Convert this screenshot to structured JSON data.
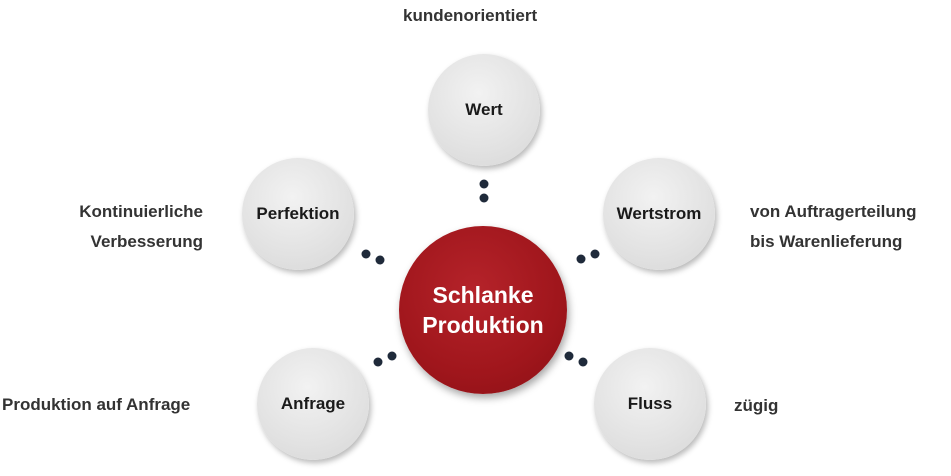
{
  "center": {
    "label": "Schlanke Produktion",
    "color": "#a0161c"
  },
  "satellites": [
    {
      "label": "Wert",
      "caption": [
        "kundenorientiert"
      ]
    },
    {
      "label": "Wertstrom",
      "caption": [
        "von Auftragerteilung",
        "bis Warenlieferung"
      ]
    },
    {
      "label": "Fluss",
      "caption": [
        "zügig"
      ]
    },
    {
      "label": "Anfrage",
      "caption": [
        "Produktion auf Anfrage"
      ]
    },
    {
      "label": "Perfektion",
      "caption": [
        "Kontinuierliche",
        "Verbesserung"
      ]
    }
  ],
  "colors": {
    "satellite_fill": "#e2e2e2",
    "dot": "#1f2a3a",
    "text": "#333333"
  }
}
